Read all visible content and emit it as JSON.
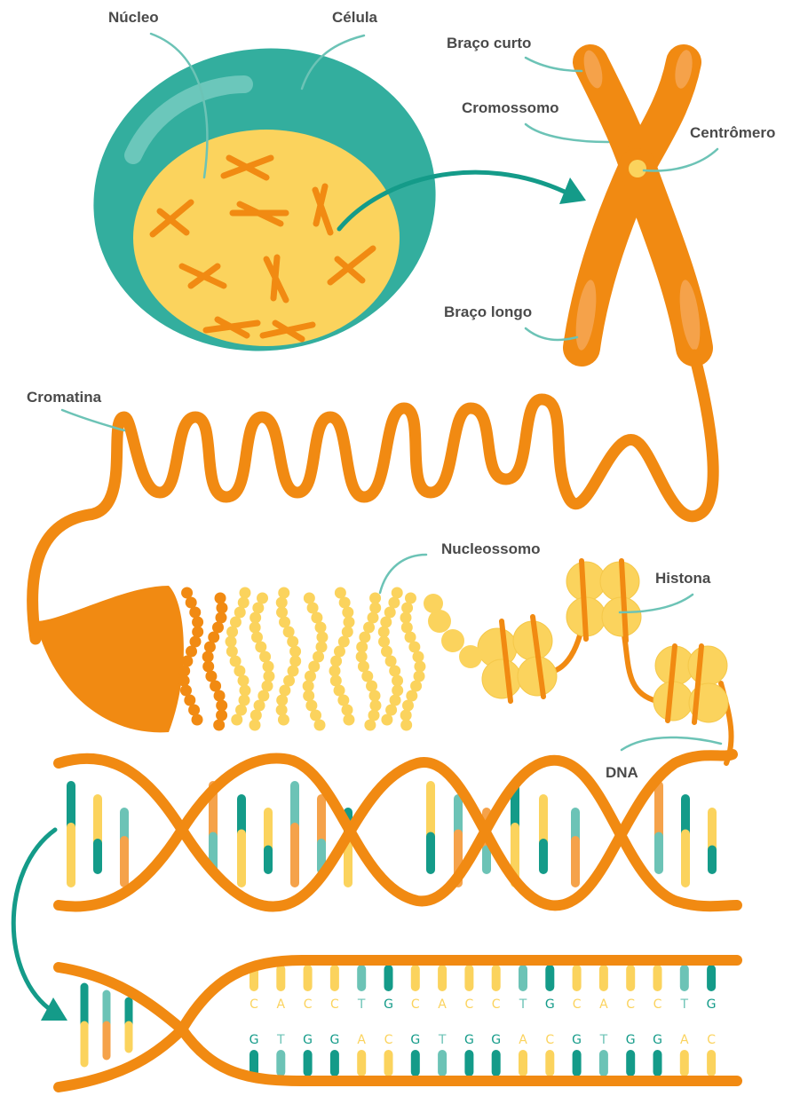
{
  "colors": {
    "orange": "#f18a12",
    "orange_light": "#f5a24a",
    "yellow": "#fbd35d",
    "yellow_pale": "#fde7a0",
    "teal": "#149b89",
    "teal_light": "#6cc3b6",
    "cell": "#33ae9e",
    "label_text": "#4a4a4a"
  },
  "labels": {
    "nucleo": "Núcleo",
    "celula": "Célula",
    "braco_curto": "Braço curto",
    "cromossomo": "Cromossomo",
    "centromero": "Centrômero",
    "braco_longo": "Braço longo",
    "cromatina": "Cromatina",
    "nucleossomo": "Nucleossomo",
    "histona": "Histona",
    "dna": "DNA"
  },
  "sequence": {
    "top": [
      "C",
      "A",
      "C",
      "C",
      "T",
      "G",
      "C",
      "A",
      "C",
      "C",
      "T",
      "G",
      "C",
      "A",
      "C",
      "C",
      "T",
      "G"
    ],
    "bottom": [
      "G",
      "T",
      "G",
      "G",
      "A",
      "C",
      "G",
      "T",
      "G",
      "G",
      "A",
      "C",
      "G",
      "T",
      "G",
      "G",
      "A",
      "C"
    ]
  },
  "base_colors": {
    "A": "#fbd35d",
    "C": "#fbd35d",
    "G": "#149b89",
    "T": "#6cc3b6"
  }
}
